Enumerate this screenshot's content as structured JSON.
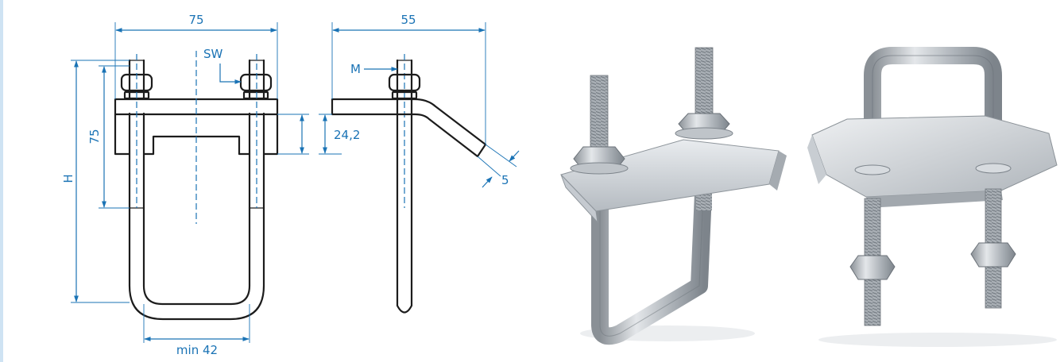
{
  "drawing": {
    "front_view": {
      "width_label": "75",
      "bolt_height_label": "75",
      "height_label": "H",
      "wrench_label": "SW",
      "inner_width_label": "min 42"
    },
    "side_view": {
      "depth_label": "55",
      "thread_label": "M",
      "plate_height_label": "24,2",
      "thickness_label": "5"
    }
  },
  "colors": {
    "dimension": "#1a73b5",
    "outline": "#1c1c1c",
    "left_rule": "#cfe3f3",
    "steel_light": "#dfe3e7",
    "steel_mid": "#b9bfc5",
    "steel_dark": "#858c93"
  }
}
